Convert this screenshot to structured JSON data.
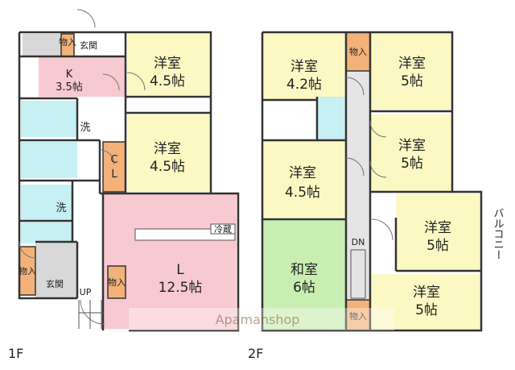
{
  "floor1": {
    "label": "1F",
    "rooms": {
      "genkan_top": "玄関",
      "monoire_top": "物入",
      "kitchen_line1": "K",
      "kitchen_line2": "3.5帖",
      "washitsu_a_line1": "洋室",
      "washitsu_a_line2": "4.5帖",
      "washitsu_b_line1": "洋室",
      "washitsu_b_line2": "4.5帖",
      "sen_top": "洗",
      "cl_line1": "C",
      "cl_line2": "L",
      "sen_bottom": "洗",
      "living_line1": "L",
      "living_line2": "12.5帖",
      "monoire_left": "物入",
      "genkan_bottom": "玄関",
      "up": "UP",
      "monoire_bottom": "物入",
      "kitchen_counter": "冷蔵"
    }
  },
  "floor2": {
    "label": "2F",
    "rooms": {
      "room_a_line1": "洋室",
      "room_a_line2": "4.2帖",
      "monoire_top": "物入",
      "room_b_line1": "洋室",
      "room_b_line2": "5帖",
      "room_c_line1": "洋室",
      "room_c_line2": "5帖",
      "room_d_line1": "洋室",
      "room_d_line2": "4.5帖",
      "room_e_line1": "洋室",
      "room_e_line2": "5帖",
      "washitsu_line1": "和室",
      "washitsu_line2": "6帖",
      "dn": "DN",
      "room_f_line1": "洋室",
      "room_f_line2": "5帖",
      "monoire_bottom": "物入",
      "balcony": "バルコニー"
    }
  },
  "watermark": "Apamanshop",
  "colors": {
    "yellow": "#fbf8c4",
    "pink": "#f7c9d1",
    "cyan": "#c6f0f4",
    "green": "#c9eeb2",
    "orange": "#f2b27a",
    "grey": "#d8d8d8",
    "wall": "#333333"
  }
}
